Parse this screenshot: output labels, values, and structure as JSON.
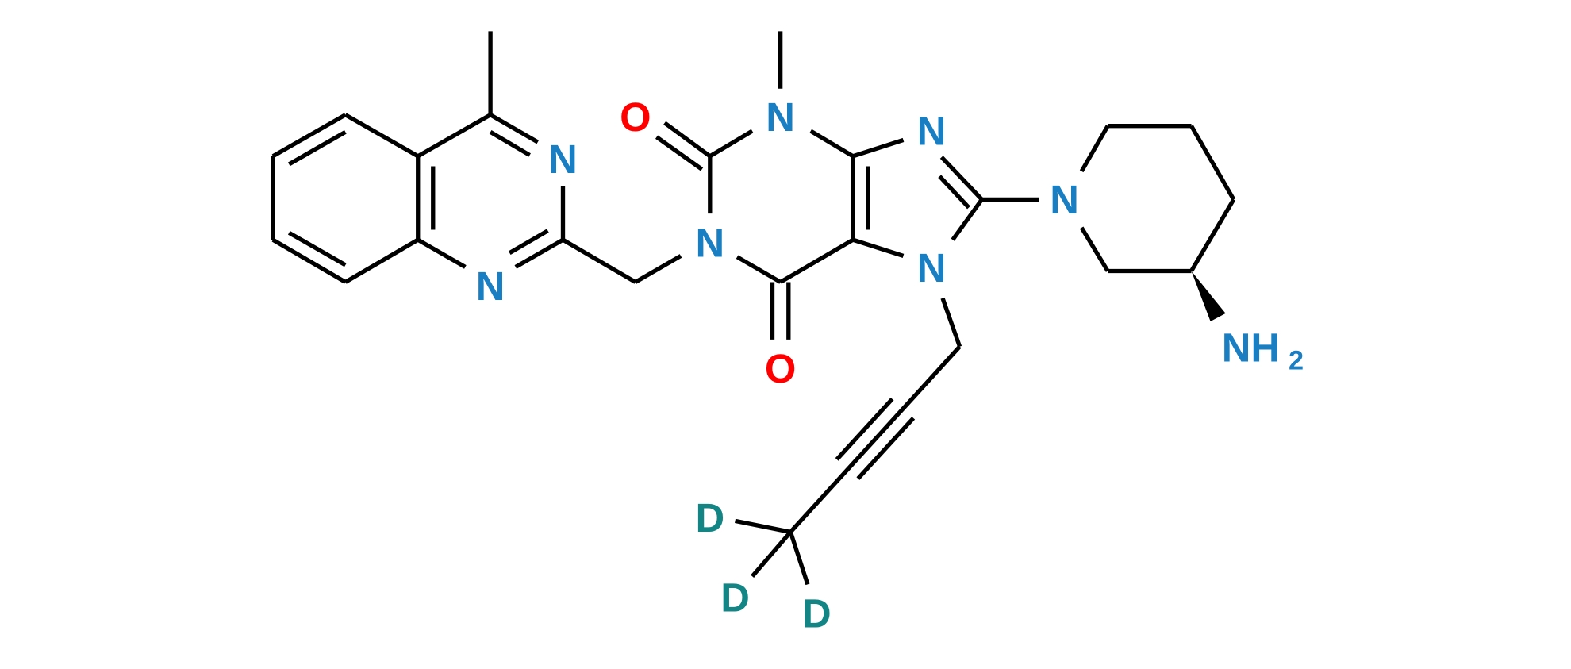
{
  "diagram": {
    "type": "chemical-structure",
    "colors": {
      "bond": "#000000",
      "nitrogen": "#1a7fc2",
      "oxygen": "#ff0000",
      "deuterium": "#138585",
      "background": "#ffffff"
    },
    "atoms": {
      "n_quinazoline_3": "N",
      "n_quinazoline_1": "N",
      "o_carbonyl_2": "O",
      "o_carbonyl_6": "O",
      "n_xanthine_3": "N",
      "n_xanthine_1": "N",
      "n_imidazole_9": "N",
      "n_imidazole_7": "N",
      "n_piperidine": "N",
      "amine_n": "NH",
      "amine_h_count": "2",
      "d1": "D",
      "d2": "D",
      "d3": "D"
    }
  }
}
